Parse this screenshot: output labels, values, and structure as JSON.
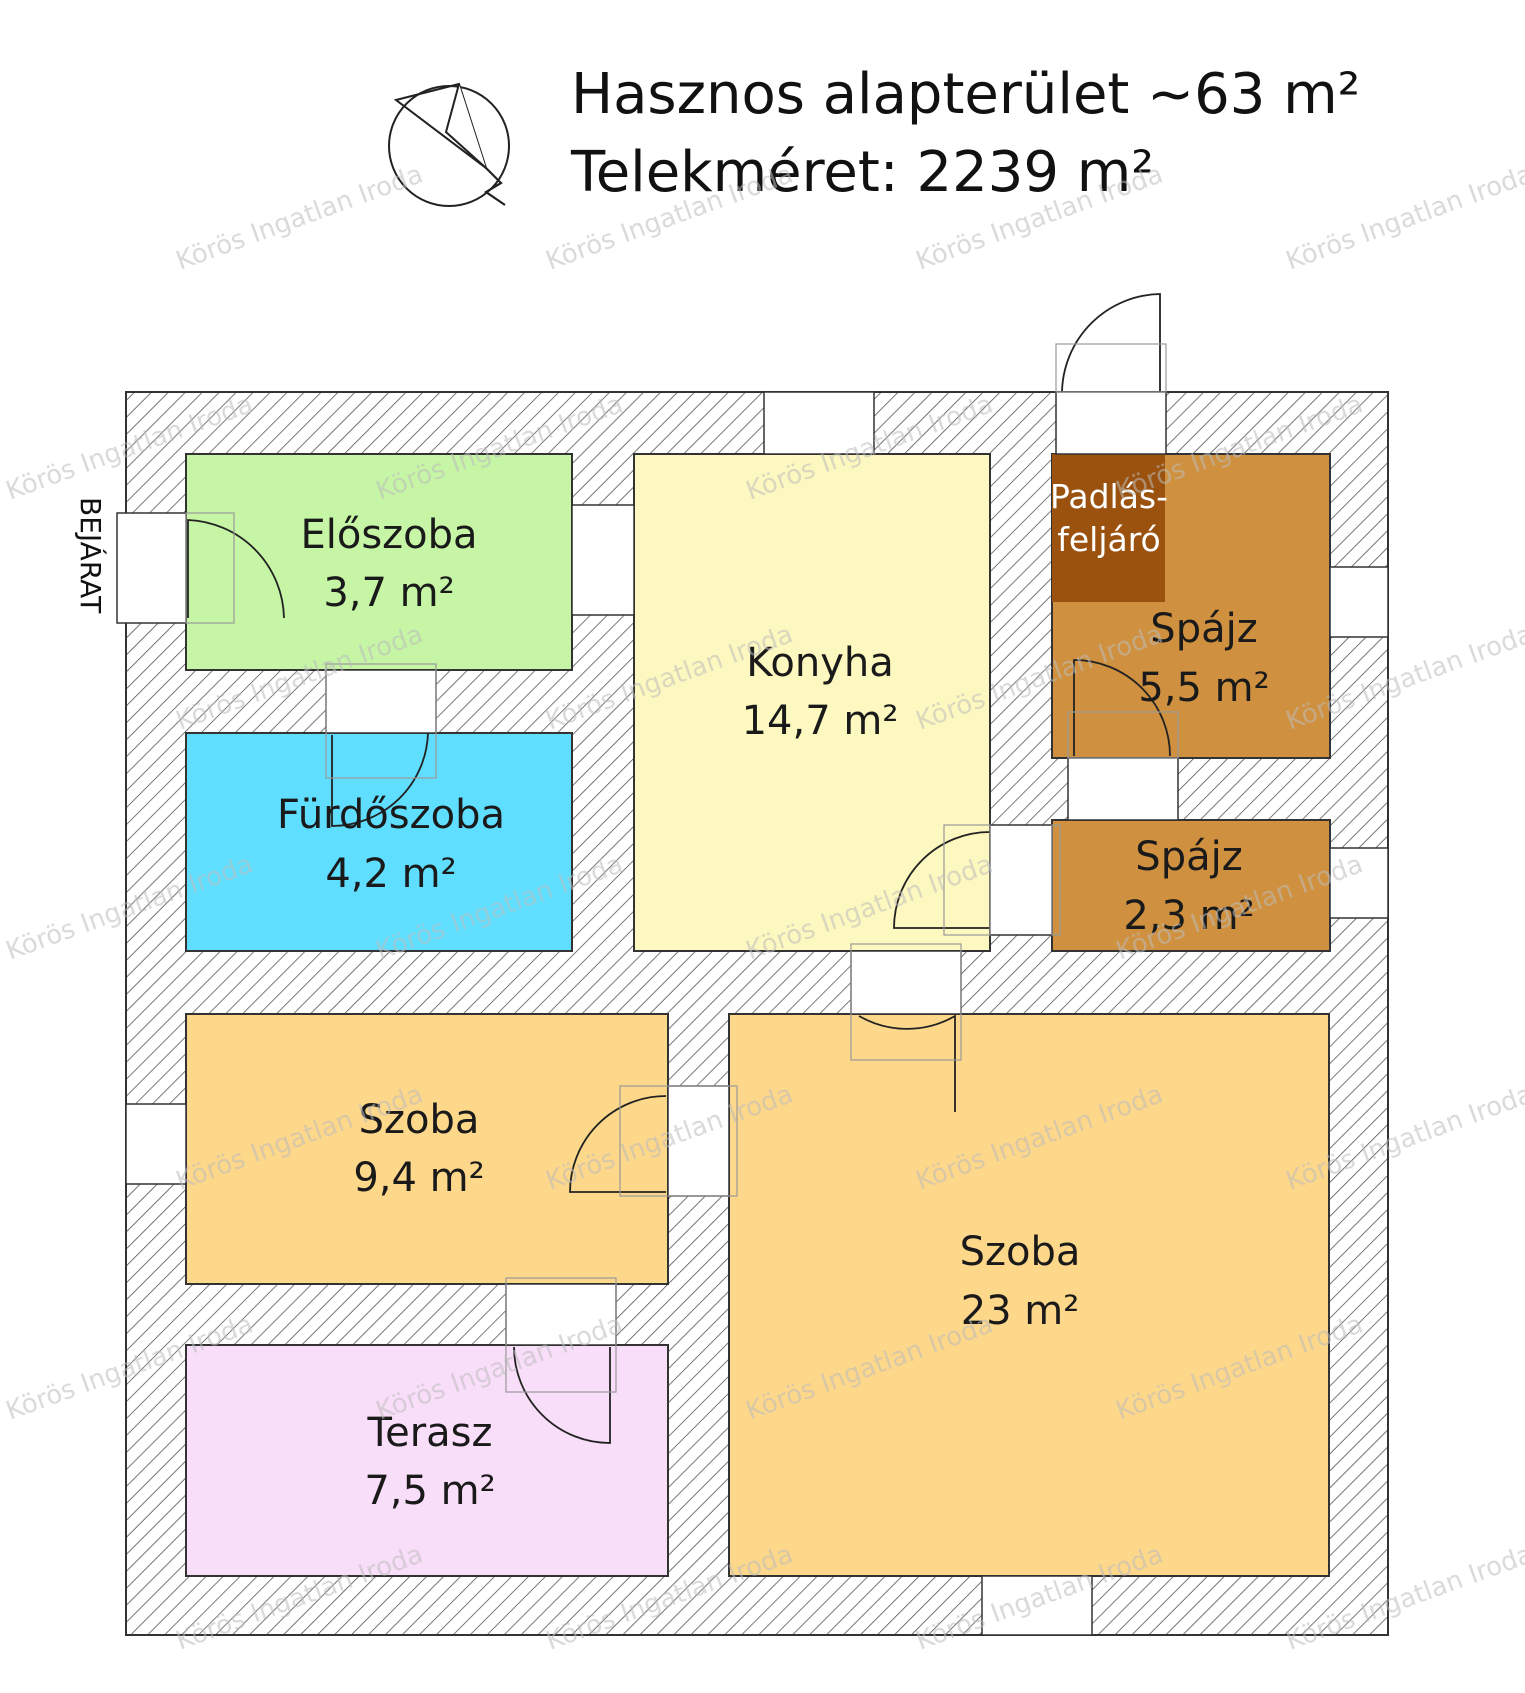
{
  "header": {
    "useful_area": "Hasznos alapterület ~63 m²",
    "plot_size": "Telekméret: 2239  m²"
  },
  "entrance_label": "BEJÁRAT",
  "rooms": {
    "eloszoba": {
      "name": "Előszoba",
      "area": "3,7 m²",
      "color": "#c5f5a5"
    },
    "furdoszoba": {
      "name": "Fürdőszoba",
      "area": "4,2 m²",
      "color": "#5fdeff"
    },
    "konyha": {
      "name": "Konyha",
      "area": "14,7 m²",
      "color": "#fcf8bf"
    },
    "spajz1": {
      "name": "Spájz",
      "area": "5,5 m²",
      "color": "#cf913f"
    },
    "padlas": {
      "name_line1": "Padlás-",
      "name_line2": "feljáró",
      "color": "#9a520e"
    },
    "spajz2": {
      "name": "Spájz",
      "area": "2,3 m²",
      "color": "#cf913f"
    },
    "szoba1": {
      "name": "Szoba",
      "area": "9,4 m²",
      "color": "#fdd78a"
    },
    "szoba2": {
      "name": "Szoba",
      "area": "23 m²",
      "color": "#fdd78a"
    },
    "terasz": {
      "name": "Terasz",
      "area": "7,5 m²",
      "color": "#f8def8"
    }
  },
  "watermark": "Körös Ingatlan Iroda",
  "north_icon": "north-arrow-icon"
}
